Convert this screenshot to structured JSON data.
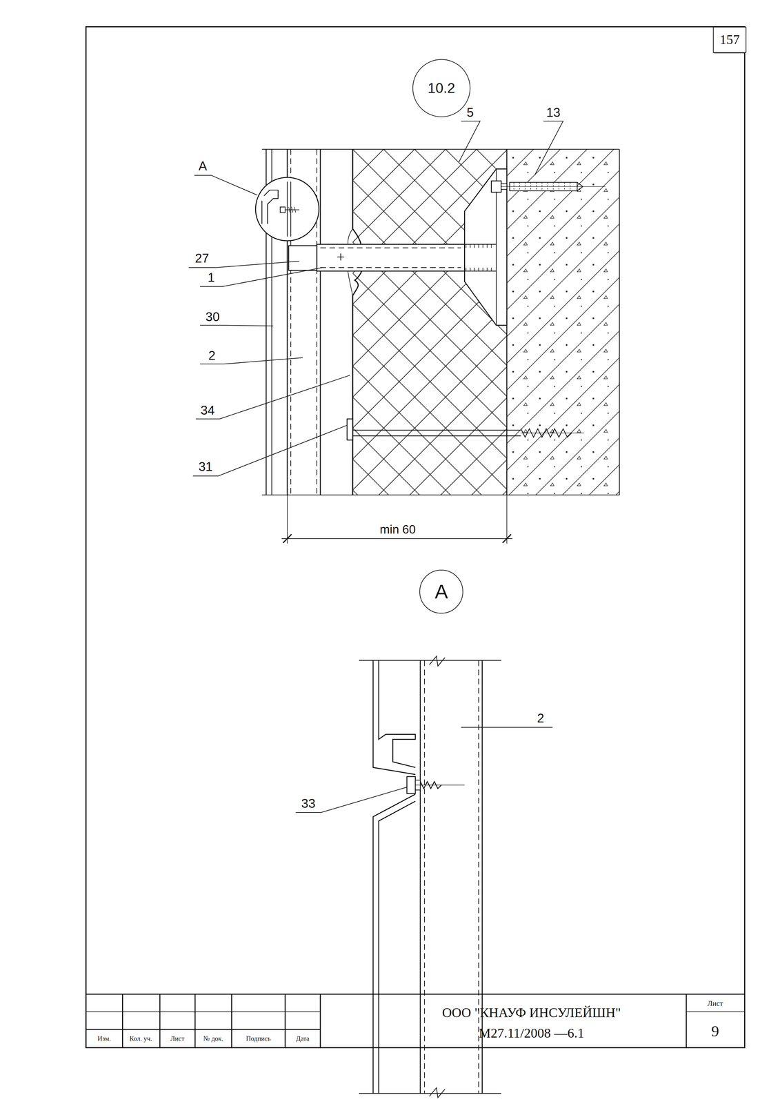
{
  "diagram": {
    "nodes": [
      {
        "text": [
          "157"
        ]
      },
      {
        "text": [
          "10.2"
        ]
      },
      {
        "text": [
          "A"
        ]
      }
    ],
    "labels": [
      "5",
      "13",
      "A",
      "27",
      "1",
      "30",
      "2",
      "34",
      "31",
      "min 60",
      "2",
      "33",
      "Изм.",
      "Кол. уч.",
      "Лист",
      "№ док.",
      "Подпись",
      "Дата",
      "ООО \"КНАУФ ИНСУЛЕЙШН\"",
      "М27.11/2008 —6.1",
      "Лист",
      "9"
    ]
  }
}
